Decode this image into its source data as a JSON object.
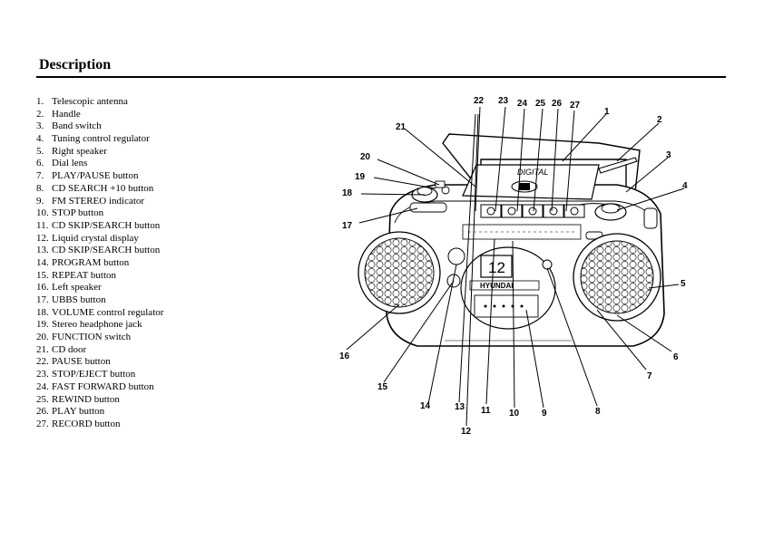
{
  "heading": "Description",
  "parts": [
    {
      "num": "1.",
      "label": "Telescopic antenna"
    },
    {
      "num": "2.",
      "label": "Handle"
    },
    {
      "num": "3.",
      "label": "Band switch"
    },
    {
      "num": "4.",
      "label": "Tuning control regulator"
    },
    {
      "num": "5.",
      "label": "Right speaker"
    },
    {
      "num": "6.",
      "label": "Dial lens"
    },
    {
      "num": "7.",
      "label": "PLAY/PAUSE button"
    },
    {
      "num": "8.",
      "label": "CD SEARCH +10 button"
    },
    {
      "num": "9.",
      "label": "FM STEREO indicator"
    },
    {
      "num": "10.",
      "label": "STOP button"
    },
    {
      "num": "11.",
      "label": "CD SKIP/SEARCH button"
    },
    {
      "num": "12.",
      "label": "Liquid crystal display"
    },
    {
      "num": "13.",
      "label": "CD SKIP/SEARCH button"
    },
    {
      "num": "14.",
      "label": "PROGRAM button"
    },
    {
      "num": "15.",
      "label": "REPEAT button"
    },
    {
      "num": "16.",
      "label": "Left speaker"
    },
    {
      "num": "17.",
      "label": "UBBS button"
    },
    {
      "num": "18.",
      "label": "VOLUME control regulator"
    },
    {
      "num": "19.",
      "label": "Stereo headphone jack"
    },
    {
      "num": "20.",
      "label": "FUNCTION switch"
    },
    {
      "num": "21.",
      "label": "CD door"
    },
    {
      "num": "22.",
      "label": "PAUSE button"
    },
    {
      "num": "23.",
      "label": "STOP/EJECT button"
    },
    {
      "num": "24.",
      "label": "FAST FORWARD button"
    },
    {
      "num": "25.",
      "label": "REWIND button"
    },
    {
      "num": "26.",
      "label": "PLAY button"
    },
    {
      "num": "27.",
      "label": "RECORD button"
    }
  ],
  "diagram": {
    "brand": "HYUNDAI",
    "cd_label": "DIGITAL",
    "lcd_value": "12",
    "callouts": [
      "1",
      "2",
      "3",
      "4",
      "5",
      "6",
      "7",
      "8",
      "9",
      "10",
      "11",
      "12",
      "13",
      "14",
      "15",
      "16",
      "17",
      "18",
      "19",
      "20",
      "21",
      "22",
      "23",
      "24",
      "25",
      "26",
      "27"
    ]
  }
}
